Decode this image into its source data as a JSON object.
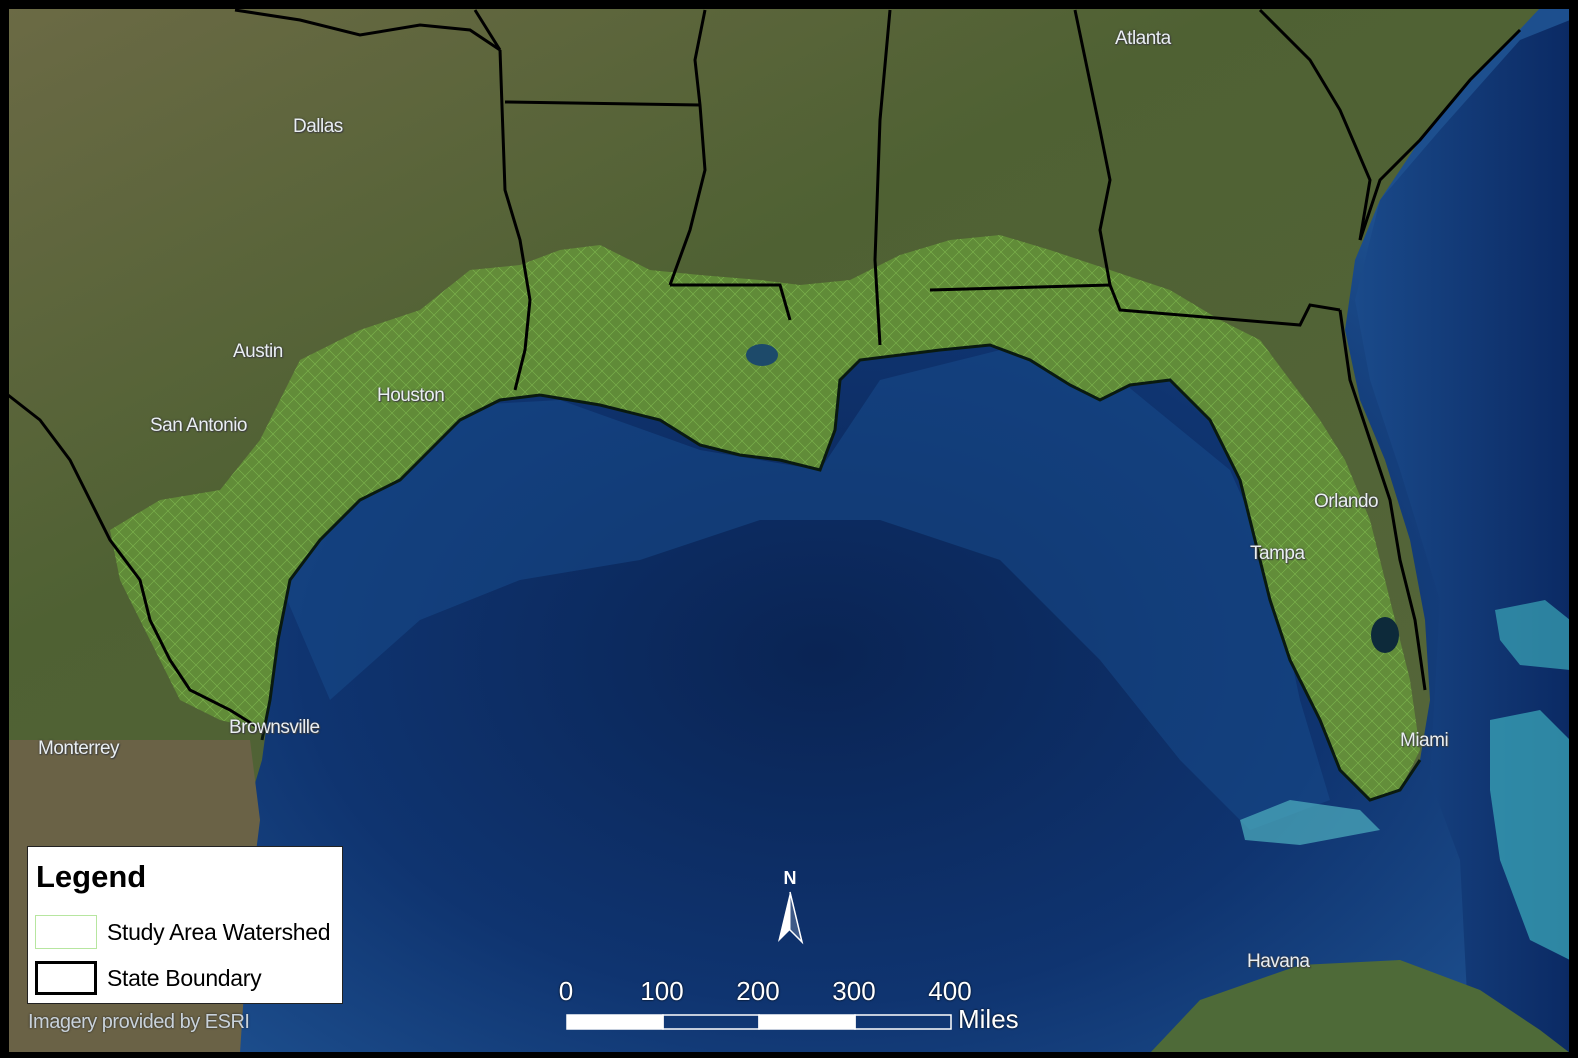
{
  "map": {
    "colors": {
      "ocean_deep": "#0c2a5c",
      "ocean_shelf": "#2f6aa8",
      "land": "#5a6a3c",
      "watershed": "#7fc24a",
      "state_boundary": "#000000"
    },
    "cities": [
      {
        "id": "atlanta",
        "name": "Atlanta"
      },
      {
        "id": "dallas",
        "name": "Dallas"
      },
      {
        "id": "austin",
        "name": "Austin"
      },
      {
        "id": "houston",
        "name": "Houston"
      },
      {
        "id": "san-antonio",
        "name": "San Antonio"
      },
      {
        "id": "orlando",
        "name": "Orlando"
      },
      {
        "id": "tampa",
        "name": "Tampa"
      },
      {
        "id": "brownsville",
        "name": "Brownsville"
      },
      {
        "id": "monterrey",
        "name": "Monterrey"
      },
      {
        "id": "miami",
        "name": "Miami"
      },
      {
        "id": "havana",
        "name": "Havana"
      }
    ]
  },
  "legend": {
    "title": "Legend",
    "items": [
      {
        "label": "Study Area Watershed",
        "icon": "green-outline-swatch"
      },
      {
        "label": "State Boundary",
        "icon": "black-outline-swatch"
      }
    ]
  },
  "credit": "Imagery provided by ESRI",
  "north_arrow": {
    "label": "N",
    "icon": "north-arrow-icon"
  },
  "scale_bar": {
    "ticks": [
      "0",
      "100",
      "200",
      "300",
      "400"
    ],
    "unit": "Miles"
  }
}
